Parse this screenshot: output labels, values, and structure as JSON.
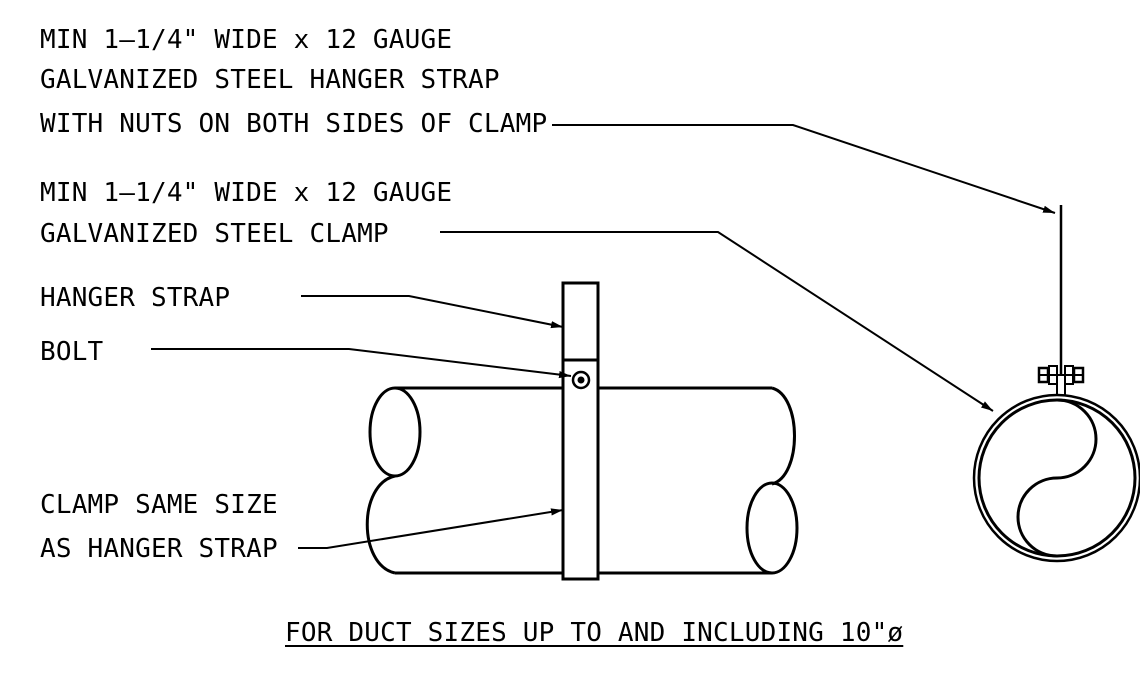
{
  "labels": {
    "hanger_strap_spec": {
      "line1": "MIN 1–1/4\" WIDE x 12 GAUGE",
      "line2": "GALVANIZED STEEL HANGER STRAP",
      "line3": "WITH NUTS ON BOTH SIDES OF CLAMP"
    },
    "clamp_spec": {
      "line1": "MIN 1–1/4\" WIDE x 12 GAUGE",
      "line2": "GALVANIZED STEEL CLAMP"
    },
    "hanger_strap": "HANGER STRAP",
    "bolt": "BOLT",
    "clamp_same_size": {
      "line1": "CLAMP SAME SIZE",
      "line2": "AS HANGER STRAP"
    }
  },
  "caption": "FOR DUCT SIZES UP TO AND INCLUDING 10\"ø"
}
